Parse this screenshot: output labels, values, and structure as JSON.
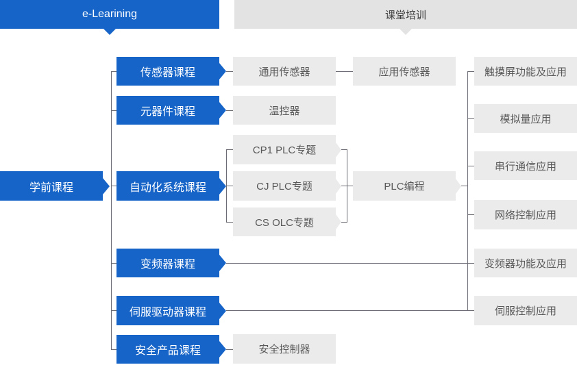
{
  "headers": {
    "elearning": "e-Learining",
    "classroom": "课堂培训"
  },
  "root_course": "学前课程",
  "elearning_courses": [
    "传感器课程",
    "元器件课程",
    "自动化系统课程",
    "变频器课程",
    "伺服驱动器课程",
    "安全产品课程"
  ],
  "elearning_topics": [
    "通用传感器",
    "温控器",
    "CP1 PLC专题",
    "CJ PLC专题",
    "CS OLC专题",
    "安全控制器"
  ],
  "advanced_topics": [
    "应用传感器",
    "PLC编程"
  ],
  "classroom_courses": [
    "触摸屏功能及应用",
    "模拟量应用",
    "串行通信应用",
    "网络控制应用",
    "变频器功能及应用",
    "伺服控制应用"
  ],
  "colors": {
    "primary_blue": "#1664c8",
    "box_gray": "#ebebeb",
    "header_gray": "#e3e3e3",
    "connector_gray": "#6b6b73",
    "box_text_gray": "#595959",
    "header_text_gray": "#404040"
  }
}
